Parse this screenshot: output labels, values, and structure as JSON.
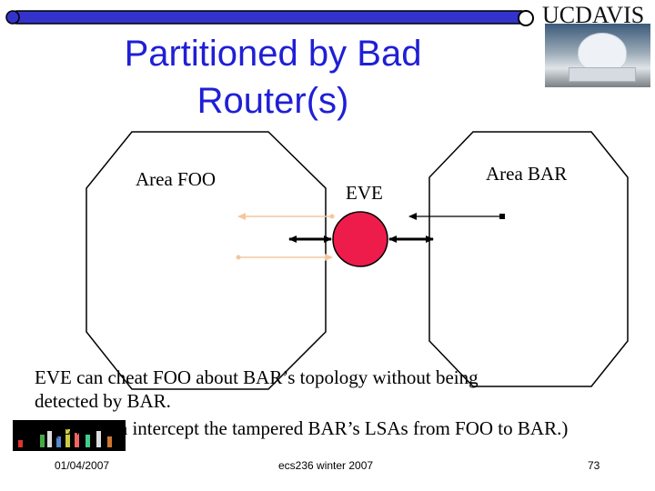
{
  "title": {
    "line1": "Partitioned by Bad",
    "line2": "Router(s)"
  },
  "logo": {
    "uc": "UC",
    "davis": "DAVIS"
  },
  "diagram": {
    "area_left_label": "Area FOO",
    "area_right_label": "Area BAR",
    "eve_label": "EVE",
    "eve_color": "#ee1c4b",
    "dim_arrow_color": "#f4c79e"
  },
  "body_text": {
    "line1": "EVE can cheat FOO about BAR’s topology without being",
    "line2": "detected by BAR.",
    "line3": "(EVE can intercept the tampered BAR’s LSAs from FOO to BAR.)"
  },
  "footer": {
    "date": "01/04/2007",
    "course": "ecs236 winter 2007",
    "page": "73"
  },
  "colors": {
    "title": "#1f1fd6",
    "scroll_bar": "#3333cc"
  }
}
